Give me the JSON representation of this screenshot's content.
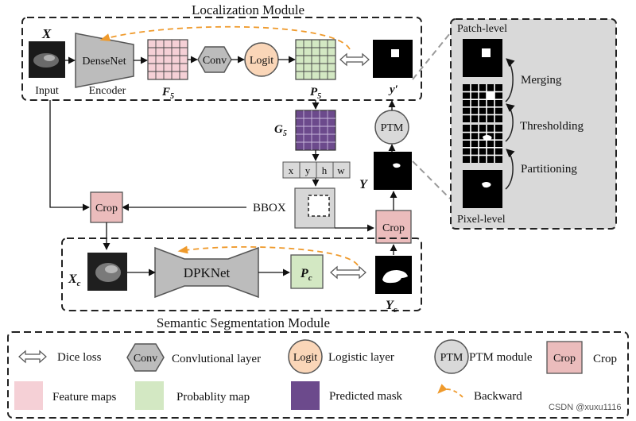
{
  "titles": {
    "localization": "Localization Module",
    "segmentation": "Semantic Segmentation Module"
  },
  "localization": {
    "x_label": "X",
    "input_label": "Input",
    "encoder_name": "DenseNet",
    "encoder_label": "Encoder",
    "f5_label": "F",
    "f5_sub": "5",
    "conv_label": "Conv",
    "logit_label": "Logit",
    "p5_label": "P",
    "p5_sub": "5",
    "y_prime_label": "y′"
  },
  "middle": {
    "g5_label": "G",
    "g5_sub": "5",
    "bbox_fields": [
      "x",
      "y",
      "h",
      "w"
    ],
    "bbox_label": "BBOX",
    "ptm_label": "PTM",
    "y_label": "Y",
    "crop_left": "Crop",
    "crop_right": "Crop"
  },
  "patch_panel": {
    "top_label": "Patch-level",
    "bottom_label": "Pixel-level",
    "steps": [
      "Merging",
      "Thresholding",
      "Partitioning"
    ]
  },
  "segmentation": {
    "xc_label": "X",
    "xc_sub": "c",
    "net_label": "DPKNet",
    "pc_label": "P",
    "pc_sub": "c",
    "yc_label": "Y",
    "yc_sub": "c"
  },
  "legend": {
    "dice": "Dice loss",
    "conv_icon": "Conv",
    "conv": "Convlutional layer",
    "logit_icon": "Logit",
    "logit": "Logistic layer",
    "ptm_icon": "PTM",
    "ptm": "PTM module",
    "crop_icon": "Crop",
    "crop": "Crop",
    "feature": "Feature maps",
    "prob": "Probablity map",
    "pred": "Predicted mask",
    "backward": "Backward"
  },
  "watermark": "CSDN @xuxu1116",
  "colors": {
    "feature_map": "#f5d0d6",
    "prob_map": "#d3e8c3",
    "pred_mask": "#6c4a8c",
    "logit": "#fad6b8",
    "crop": "#ebbcbc",
    "gray_shape": "#bcbcbc",
    "panel": "#d9d9d9",
    "backward": "#ef9a2c"
  }
}
